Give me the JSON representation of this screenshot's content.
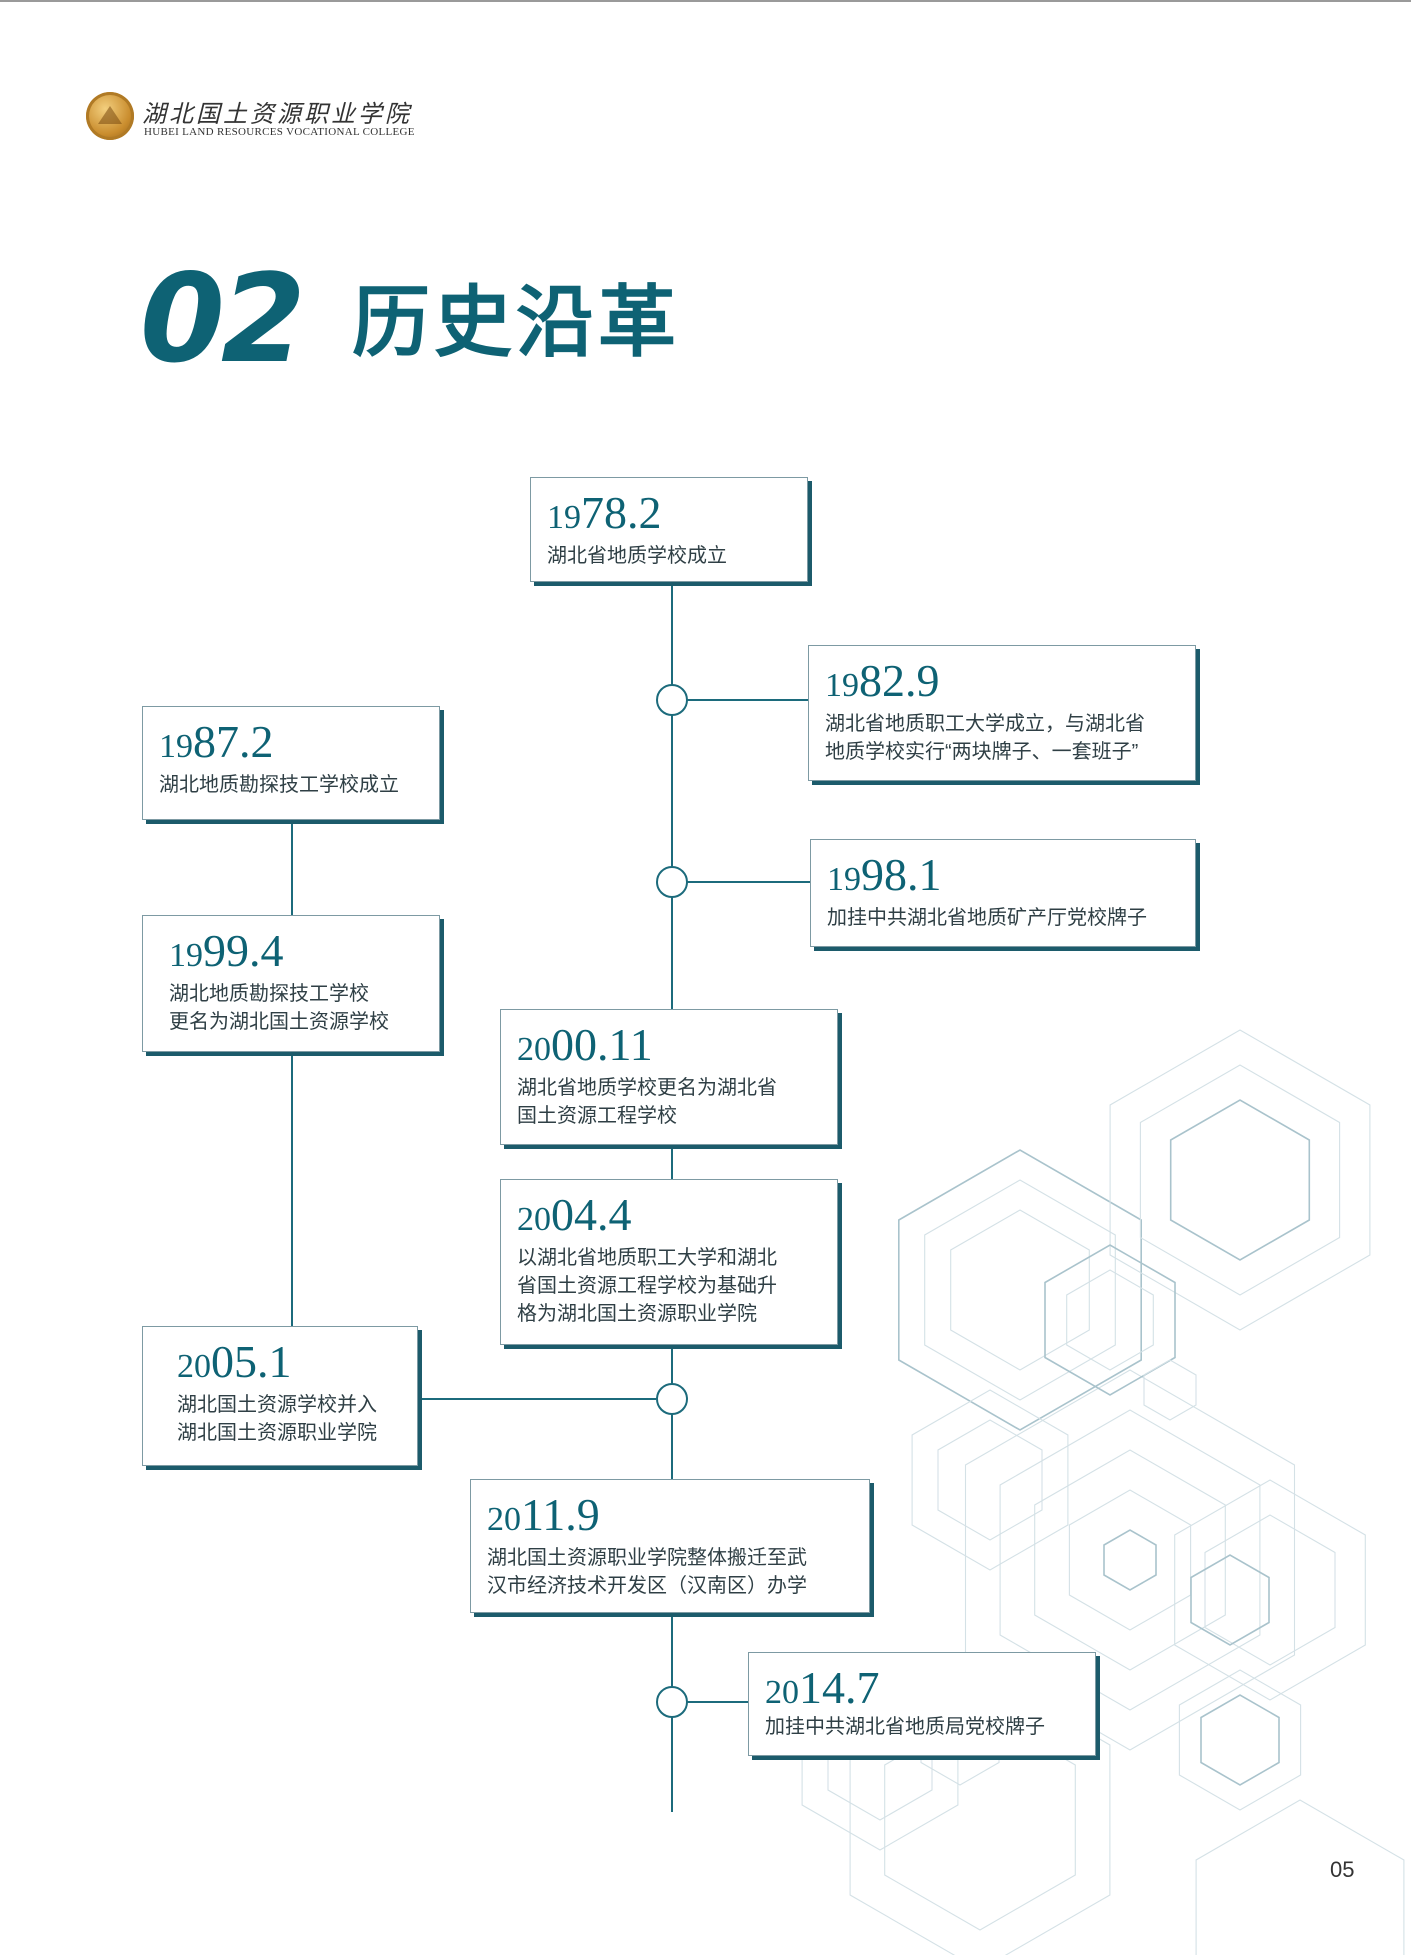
{
  "header": {
    "school_name_cn": "湖北国土资源职业学院",
    "school_name_en": "HUBEI LAND RESOURCES VOCATIONAL COLLEGE"
  },
  "section": {
    "number": "02",
    "title": "历史沿革"
  },
  "timeline": [
    {
      "year_prefix": "19",
      "year_rest": "78.2",
      "text": "湖北省地质学校成立"
    },
    {
      "year_prefix": "19",
      "year_rest": "82.9",
      "text": "湖北省地质职工大学成立，与湖北省\n地质学校实行“两块牌子、一套班子”"
    },
    {
      "year_prefix": "19",
      "year_rest": "87.2",
      "text": "湖北地质勘探技工学校成立"
    },
    {
      "year_prefix": "19",
      "year_rest": "98.1",
      "text": "加挂中共湖北省地质矿产厅党校牌子"
    },
    {
      "year_prefix": "19",
      "year_rest": "99.4",
      "text": "湖北地质勘探技工学校\n更名为湖北国土资源学校"
    },
    {
      "year_prefix": "20",
      "year_rest": "00.11",
      "text": "湖北省地质学校更名为湖北省\n国土资源工程学校"
    },
    {
      "year_prefix": "20",
      "year_rest": "04.4",
      "text": "以湖北省地质职工大学和湖北\n省国土资源工程学校为基础升\n格为湖北国土资源职业学院"
    },
    {
      "year_prefix": "20",
      "year_rest": "05.1",
      "text": "湖北国土资源学校并入\n湖北国土资源职业学院"
    },
    {
      "year_prefix": "20",
      "year_rest": "11.9",
      "text": "湖北国土资源职业学院整体搬迁至武\n汉市经济技术开发区（汉南区）办学"
    },
    {
      "year_prefix": "20",
      "year_rest": "14.7",
      "text": "加挂中共湖北省地质局党校牌子"
    }
  ],
  "colors": {
    "accent": "#0e6274",
    "line": "#1c6b7c",
    "card_shadow": "#1c5b6b"
  },
  "page_number": "05"
}
